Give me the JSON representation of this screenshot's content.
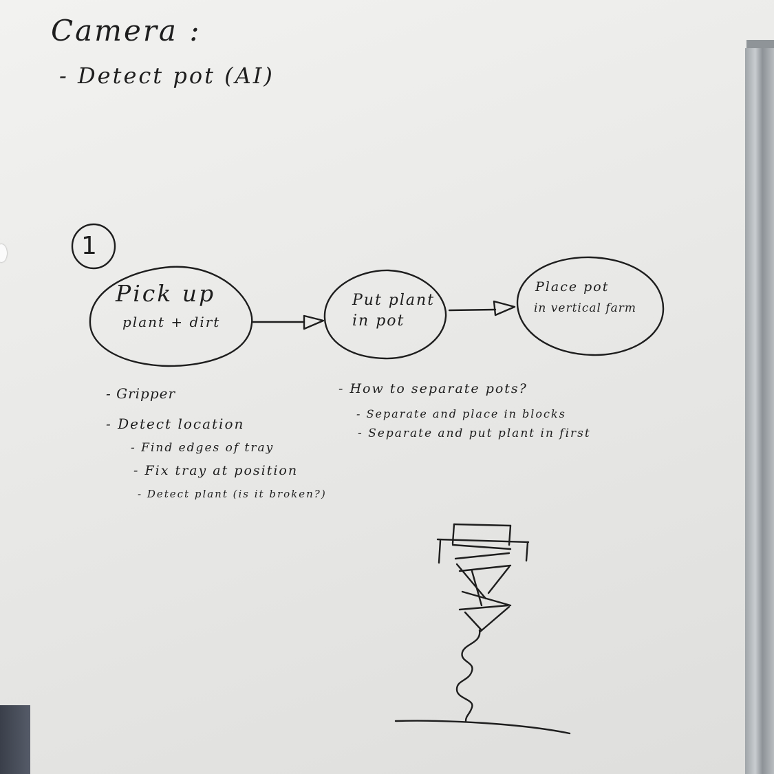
{
  "camera": {
    "title": "Camera :",
    "item": "- Detect pot (AI)"
  },
  "step_number": "1",
  "flow": {
    "node1": {
      "line1": "Pick up",
      "line2": "plant + dirt"
    },
    "node2": {
      "line1": "Put plant",
      "line2": "in pot"
    },
    "node3": {
      "line1": "Place pot",
      "line2": "in vertical farm"
    }
  },
  "left_notes": [
    "- Gripper",
    "- Detect location",
    "- Find edges of tray",
    "- Fix tray at position",
    "- Detect plant (is it broken?)"
  ],
  "right_notes": [
    "- How to separate pots?",
    "- Separate and place in blocks",
    "- Separate and put plant in first"
  ],
  "colors": {
    "ink": "#1e1e1e",
    "board": "#ececea",
    "frame": "#a9aeb2"
  }
}
